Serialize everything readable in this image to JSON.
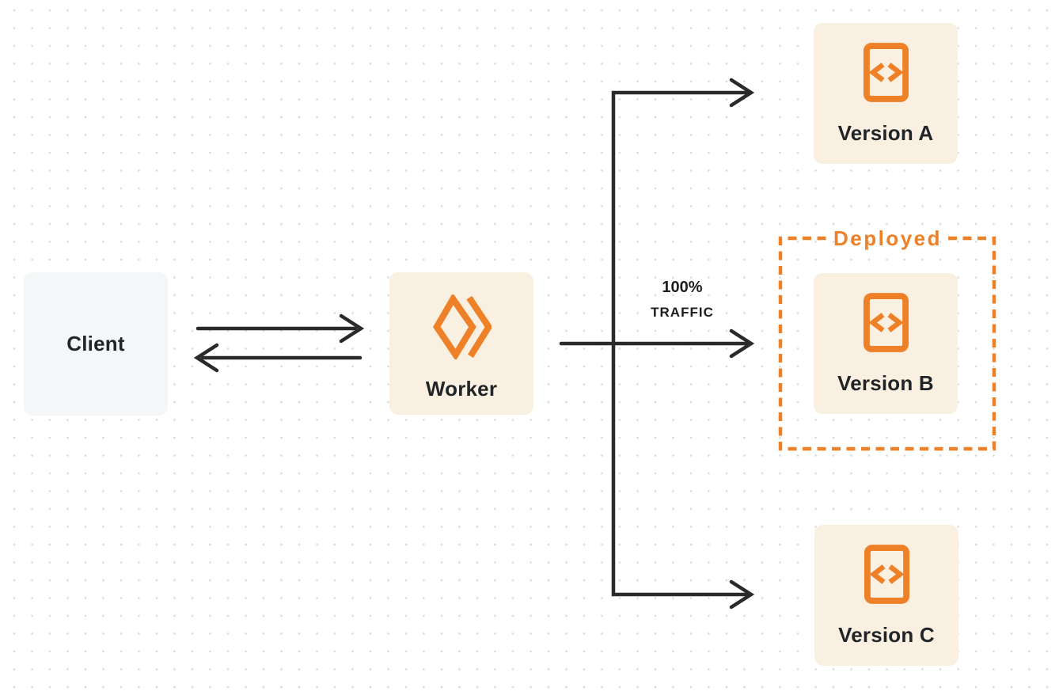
{
  "colors": {
    "accent_orange": "#EE8028",
    "node_fill_cream": "#FAF0E2",
    "client_fill_gray": "#F5F6F7",
    "arrow_dark": "#2A2A2A",
    "text_dark": "#222528",
    "dot_grid": "#DBDBDB"
  },
  "icons": {
    "worker": "workers-logo-icon",
    "version": "code-document-icon"
  },
  "nodes": {
    "client": {
      "label": "Client"
    },
    "worker": {
      "label": "Worker"
    },
    "versions": [
      {
        "label": "Version A"
      },
      {
        "label": "Version B"
      },
      {
        "label": "Version C"
      }
    ]
  },
  "annotations": {
    "deployed": "Deployed",
    "traffic_line1": "100%",
    "traffic_line2": "TRAFFIC"
  },
  "edges": [
    {
      "from": "Client",
      "to": "Worker",
      "direction": "both"
    },
    {
      "from": "Worker",
      "to": "Version A"
    },
    {
      "from": "Worker",
      "to": "Version B",
      "label": "100% TRAFFIC"
    },
    {
      "from": "Worker",
      "to": "Version C"
    },
    {
      "group": "Deployed",
      "contains": "Version B"
    }
  ]
}
